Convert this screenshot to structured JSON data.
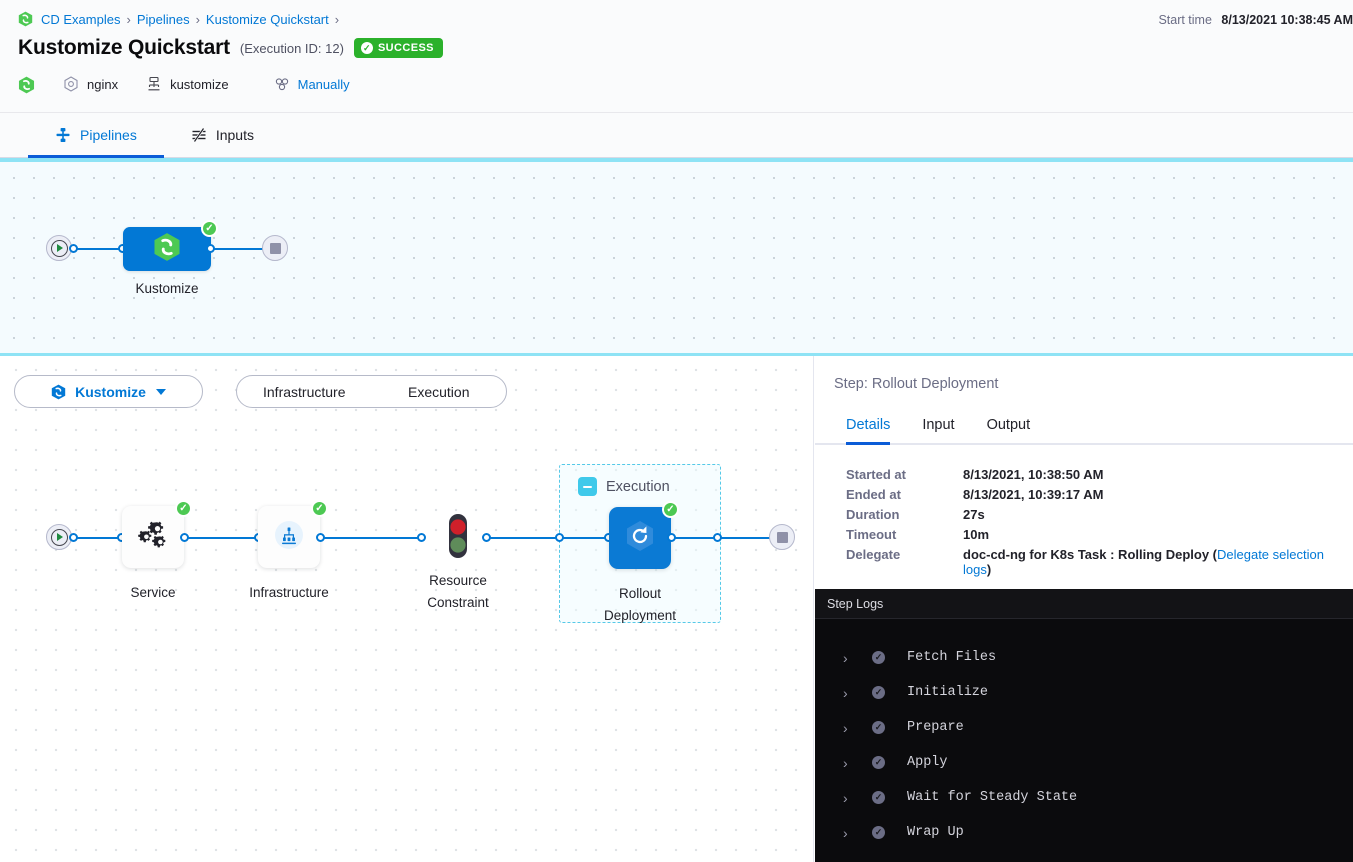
{
  "breadcrumb": {
    "icon": "harness-hex-icon",
    "items": [
      "CD Examples",
      "Pipelines",
      "Kustomize Quickstart"
    ],
    "separator": "›"
  },
  "header": {
    "title": "Kustomize Quickstart",
    "execution_id_label": "(Execution ID: 12)",
    "status_badge": "SUCCESS",
    "status_color": "#2bb12b",
    "start_time_label": "Start time",
    "start_time_value": "8/13/2021 10:38:45 AM",
    "meta": [
      {
        "icon": "harness-hex-icon",
        "label": ""
      },
      {
        "icon": "service-hex-icon",
        "label": "nginx"
      },
      {
        "icon": "kustomize-icon",
        "label": "kustomize"
      },
      {
        "icon": "trigger-manual-icon",
        "label": "Manually",
        "link": true
      }
    ]
  },
  "tabs": {
    "items": [
      {
        "label": "Pipelines",
        "icon": "pipeline-icon",
        "active": true
      },
      {
        "label": "Inputs",
        "icon": "inputs-icon",
        "active": false
      }
    ],
    "active_color": "#0278d5",
    "underline_color": "#0b5cd7"
  },
  "overview_graph": {
    "start_node": "start-node",
    "end_node": "end-node",
    "stage": {
      "label": "Kustomize",
      "icon": "harness-hex-icon",
      "status": "success"
    }
  },
  "stage_bar": {
    "stage_selector": {
      "label": "Kustomize",
      "icon": "harness-hex-icon",
      "caret": "chevron-down-icon"
    },
    "section_tabs": [
      {
        "label": "Infrastructure"
      },
      {
        "label": "Execution"
      }
    ]
  },
  "stage_graph": {
    "nodes": [
      {
        "label": "Service",
        "icon": "service-gears-icon",
        "status": "success"
      },
      {
        "label": "Infrastructure",
        "icon": "infrastructure-icon",
        "status": "success"
      },
      {
        "label": "Resource Constraint",
        "icon": "traffic-light-icon",
        "status": "none"
      }
    ],
    "group": {
      "title": "Execution",
      "collapse_icon": "collapse-minus-icon",
      "step": {
        "label": "Rollout Deployment",
        "icon": "rollout-refresh-icon",
        "status": "success"
      }
    }
  },
  "right_panel": {
    "step_title": "Step: Rollout Deployment",
    "tabs": [
      {
        "label": "Details",
        "active": true
      },
      {
        "label": "Input",
        "active": false
      },
      {
        "label": "Output",
        "active": false
      }
    ],
    "details": [
      {
        "key": "Started at",
        "value": "8/13/2021, 10:38:50 AM"
      },
      {
        "key": "Ended at",
        "value": "8/13/2021, 10:39:17 AM"
      },
      {
        "key": "Duration",
        "value": "27s"
      },
      {
        "key": "Timeout",
        "value": "10m"
      }
    ],
    "delegate": {
      "key": "Delegate",
      "value_prefix": "doc-cd-ng for K8s Task : Rolling Deploy (",
      "link": "Delegate selection logs",
      "value_suffix": ")"
    }
  },
  "logs": {
    "header": "Step Logs",
    "rows": [
      {
        "chevron": "chevron-right-icon",
        "status": "success",
        "text": "Fetch Files"
      },
      {
        "chevron": "chevron-right-icon",
        "status": "success",
        "text": "Initialize"
      },
      {
        "chevron": "chevron-right-icon",
        "status": "success",
        "text": "Prepare"
      },
      {
        "chevron": "chevron-right-icon",
        "status": "success",
        "text": "Apply"
      },
      {
        "chevron": "chevron-right-icon",
        "status": "success",
        "text": "Wait for Steady State"
      },
      {
        "chevron": "chevron-right-icon",
        "status": "success",
        "text": "Wrap Up"
      }
    ]
  }
}
